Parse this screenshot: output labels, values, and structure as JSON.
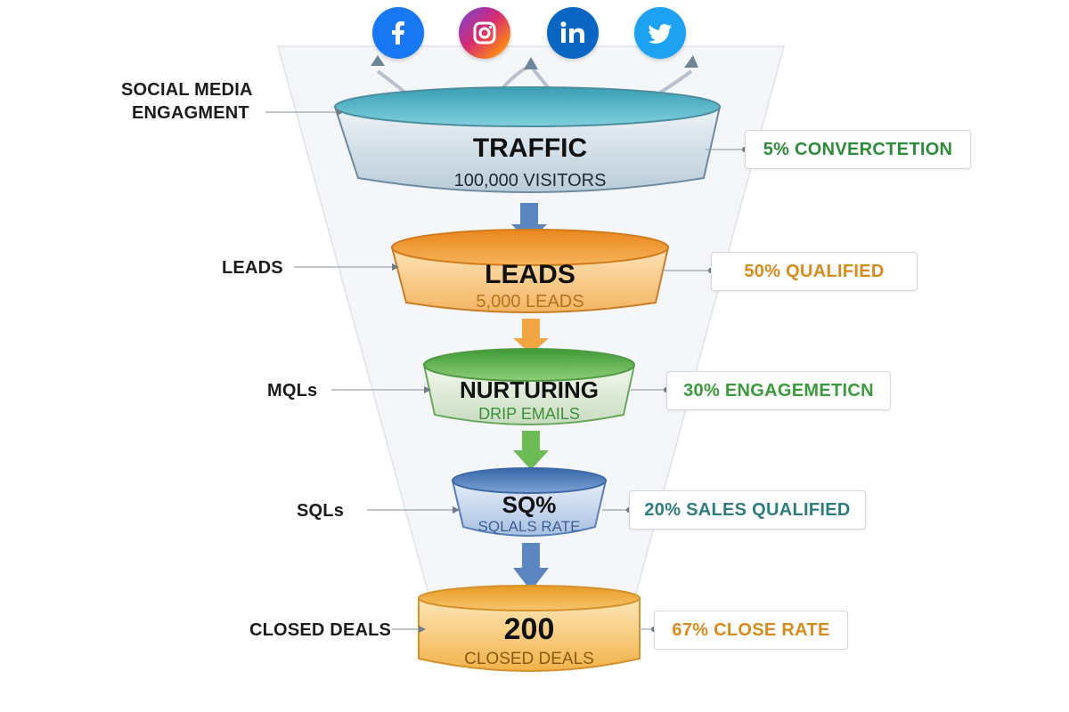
{
  "social_icons": [
    {
      "name": "facebook-icon",
      "color": "#1877f2"
    },
    {
      "name": "instagram-icon",
      "color": "#d62976"
    },
    {
      "name": "linkedin-icon",
      "color": "#0a66c2"
    },
    {
      "name": "twitter-icon",
      "color": "#1da1f2"
    }
  ],
  "left_labels": {
    "social_line1": "SOCIAL MEDIA",
    "social_line2": "ENGAGMENT",
    "leads": "LEADS",
    "mqls": "MQLs",
    "sqls": "SQLs",
    "closed": "CLOSED DEALS"
  },
  "stages": [
    {
      "title": "TRAFFIC",
      "subtitle": "100,000 VISITORS",
      "metric": "5% CONVERCTETION",
      "color": "#5bb8c8",
      "metric_color": "#2e8b3a"
    },
    {
      "title": "LEADS",
      "subtitle": "5,000 LEADS",
      "metric": "50% QUALIFIED",
      "color": "#f0a13a",
      "metric_color": "#d98a1c"
    },
    {
      "title": "NURTURING",
      "subtitle": "DRIP EMAILS",
      "metric": "30% ENGAGEMETICN",
      "color": "#5aa84a",
      "metric_color": "#3b9a3b"
    },
    {
      "title": "SQ%",
      "subtitle": "SQLALS RATE",
      "metric": "20% SALES QUALIFIED",
      "color": "#4e7fc4",
      "metric_color": "#2f7c7c"
    },
    {
      "title": "200",
      "subtitle": "CLOSED DEALS",
      "metric": "67% CLOSE RATE",
      "color": "#f2b24a",
      "metric_color": "#d98a1c"
    }
  ]
}
